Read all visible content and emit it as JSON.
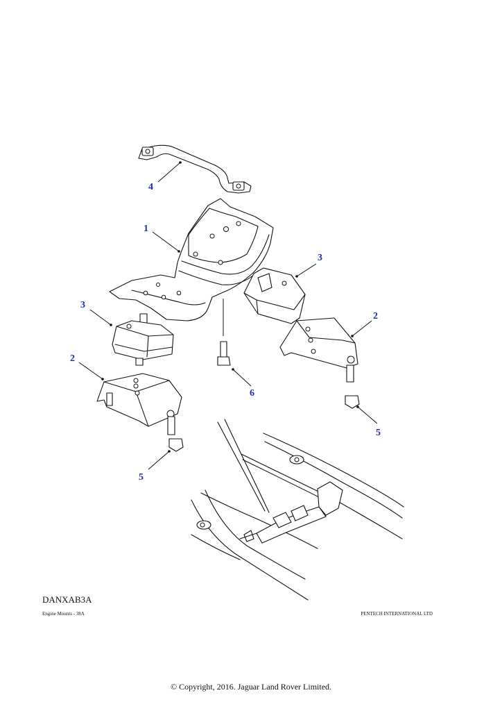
{
  "diagram": {
    "callouts": [
      "4",
      "1",
      "3",
      "3",
      "2",
      "2",
      "6",
      "5",
      "5"
    ],
    "accent_color": "#1f2db8"
  },
  "footer": {
    "drawing_code": "DANXAB3A",
    "caption": "Engine Mounts - 38A",
    "company": "PENTECH INTERNATIONAL LTD",
    "copyright": "© Copyright, 2016. Jaguar Land Rover Limited."
  }
}
